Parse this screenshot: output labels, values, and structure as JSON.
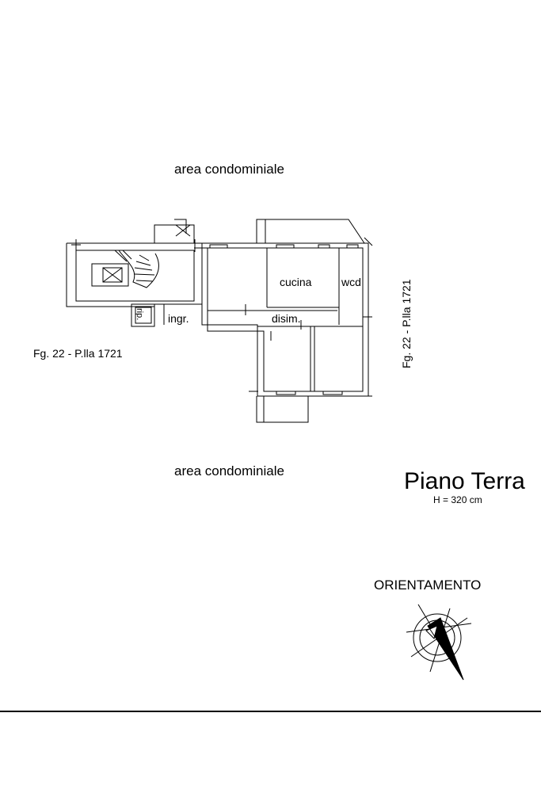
{
  "labels": {
    "area_top": "area condominiale",
    "area_bottom": "area condominiale",
    "parcel_left": "Fg. 22 - P.lla 1721",
    "parcel_right": "Fg. 22 - P.lla 1721"
  },
  "rooms": {
    "cucina": "cucina",
    "wcd": "wcd",
    "ingresso": "ingr.",
    "disimpegno": "disim.",
    "ripostiglio": "rip."
  },
  "title": {
    "floor": "Piano Terra",
    "height": "H = 320 cm"
  },
  "orientation": {
    "label": "ORIENTAMENTO",
    "icon": "compass-icon"
  },
  "colors": {
    "ink": "#000000",
    "background": "#ffffff"
  }
}
